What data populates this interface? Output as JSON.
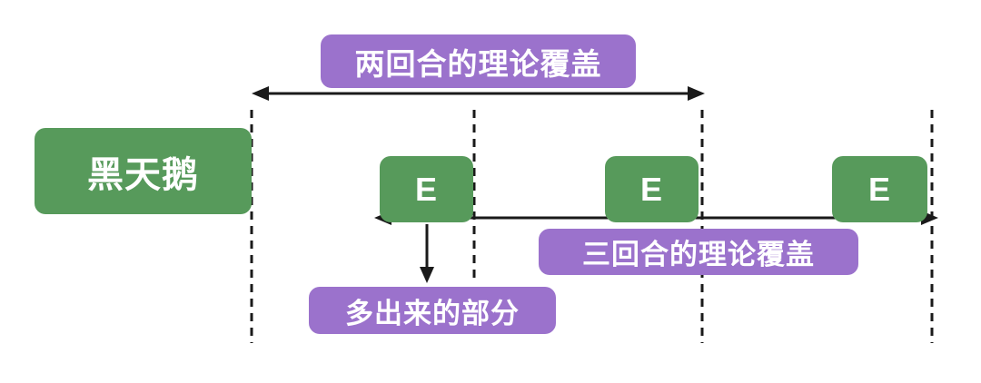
{
  "diagram": {
    "labels": {
      "two_round_coverage": "两回合的理论覆盖",
      "black_swan": "黑天鹅",
      "event": "E",
      "three_round_coverage": "三回合的理论覆盖",
      "extra_part": "多出来的部分"
    },
    "colors": {
      "purple": "#9B72CC",
      "green": "#579A5B",
      "line": "#1A1A1A",
      "background": "#FFFFFF"
    }
  }
}
